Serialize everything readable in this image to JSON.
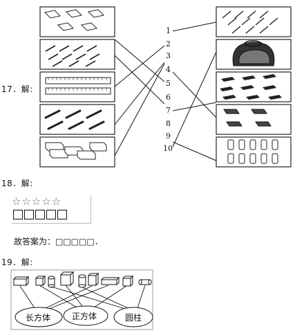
{
  "q17": {
    "label": "17．解:",
    "numbers": [
      "1",
      "2",
      "3",
      "4",
      "5",
      "6",
      "7",
      "8",
      "9",
      "10"
    ]
  },
  "q18": {
    "label": "18．解:",
    "stars": "☆☆☆☆☆",
    "answer_text": "故答案为：□□□□□．"
  },
  "q19": {
    "label": "19．解:",
    "ovals": [
      "长方体",
      "正方体",
      "圆柱"
    ]
  }
}
